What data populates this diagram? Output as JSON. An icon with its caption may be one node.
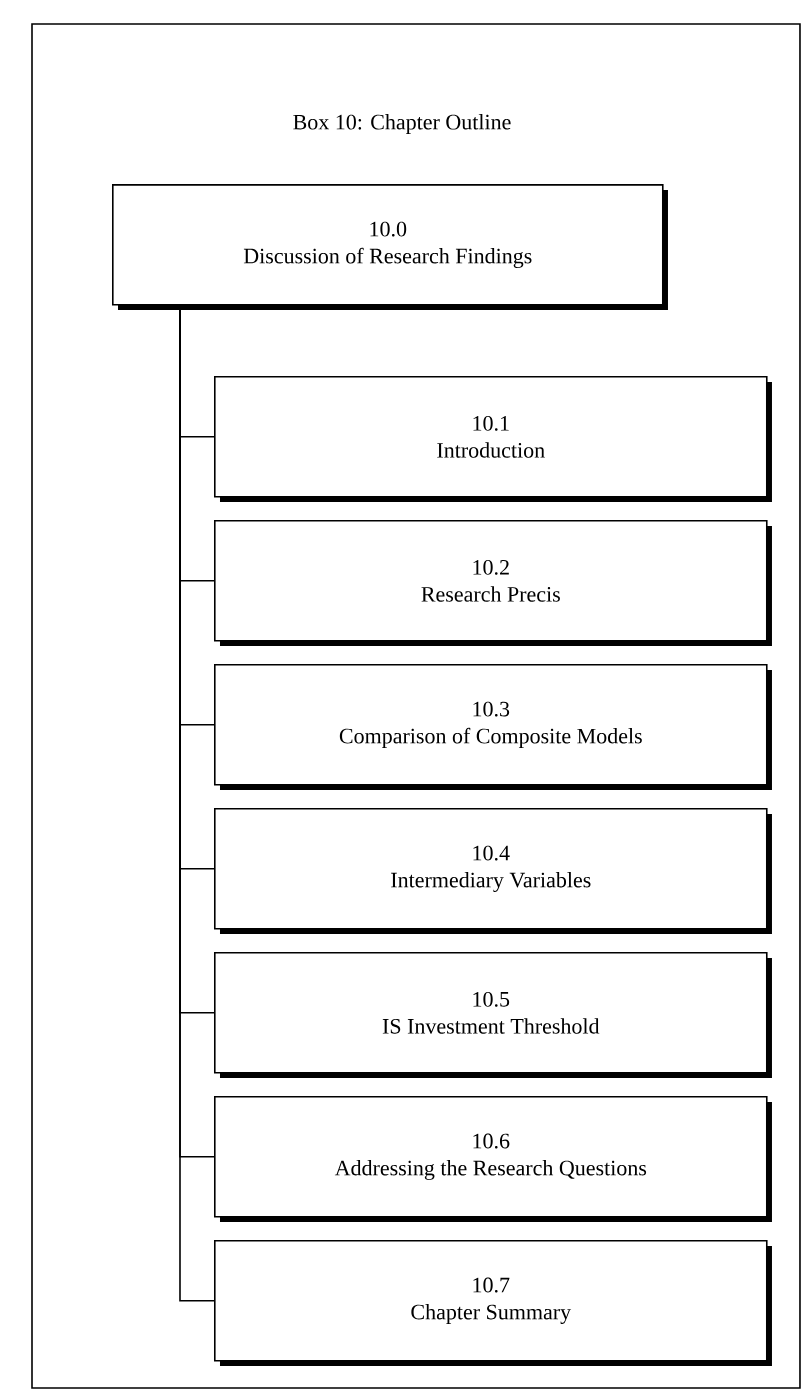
{
  "diagram": {
    "title": "Box 10:  Chapter Outline",
    "nodes": [
      {
        "text": [
          "10.0",
          "Discussion of Research Findings"
        ]
      },
      {
        "text": [
          "10.1",
          "Introduction"
        ]
      },
      {
        "text": [
          "10.2",
          "Research Precis"
        ]
      },
      {
        "text": [
          "10.3",
          "Comparison of Composite Models"
        ]
      },
      {
        "text": [
          "10.4",
          "Intermediary Variables"
        ]
      },
      {
        "text": [
          "10.5",
          "IS Investment Threshold"
        ]
      },
      {
        "text": [
          "10.6",
          "Addressing the Research Questions"
        ]
      },
      {
        "text": [
          "10.7",
          "Chapter Summary"
        ]
      }
    ],
    "edges": [
      {
        "from": 0,
        "to": 1,
        "arrow": "none"
      },
      {
        "from": 0,
        "to": 2,
        "arrow": "none"
      },
      {
        "from": 0,
        "to": 3,
        "arrow": "none"
      },
      {
        "from": 0,
        "to": 4,
        "arrow": "none"
      },
      {
        "from": 0,
        "to": 5,
        "arrow": "none"
      },
      {
        "from": 0,
        "to": 6,
        "arrow": "none"
      },
      {
        "from": 0,
        "to": 7,
        "arrow": "none"
      }
    ]
  }
}
